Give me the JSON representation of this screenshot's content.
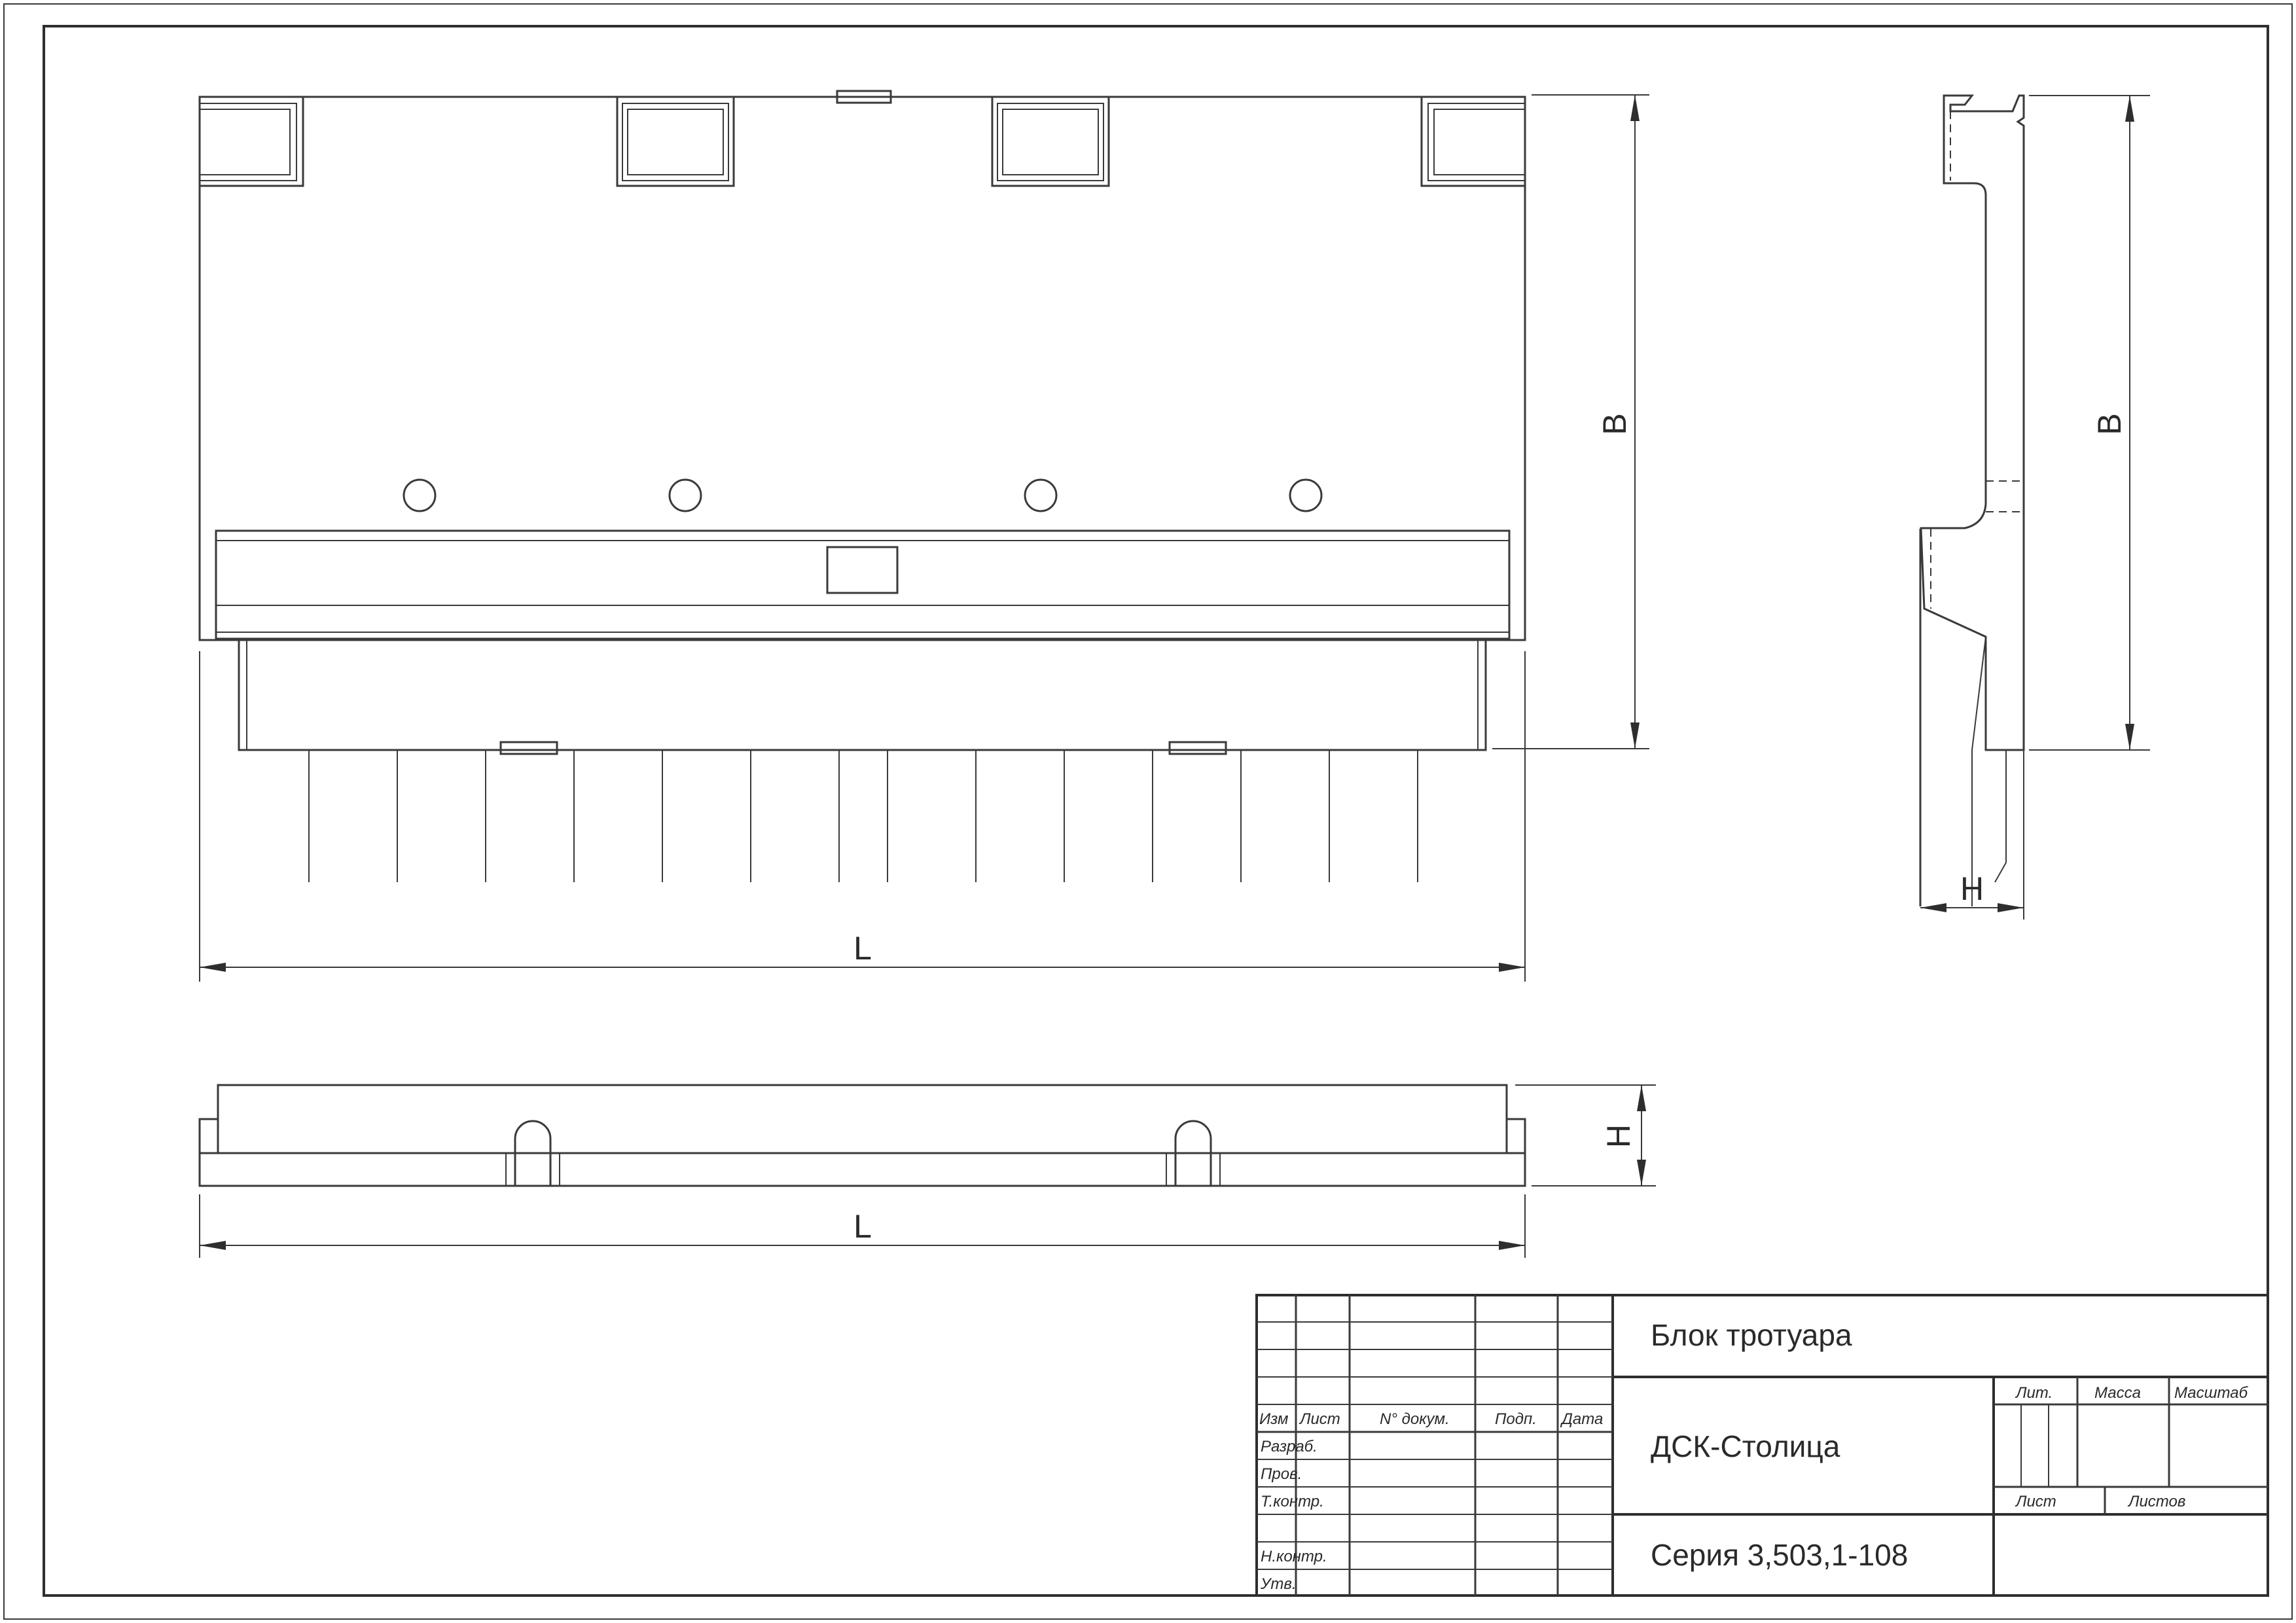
{
  "dimensions": {
    "length_label": "L",
    "width_label": "B",
    "height_label": "H"
  },
  "title_block": {
    "title": "Блок тротуара",
    "organization": "ДСК-Столица",
    "series": "Серия 3,503,1-108",
    "columns": {
      "change": "Изм",
      "sheet": "Лист",
      "doc_number": "N° докум.",
      "signature": "Подп.",
      "date": "Дата"
    },
    "roles": {
      "developed": "Разраб.",
      "checked": "Пров.",
      "tech_control": "Т.контр.",
      "norm_control": "Н.контр.",
      "approved": "Утв."
    },
    "meta": {
      "letter": "Лит.",
      "mass": "Масса",
      "scale": "Масштаб",
      "sheet": "Лист",
      "sheets": "Листов"
    }
  }
}
